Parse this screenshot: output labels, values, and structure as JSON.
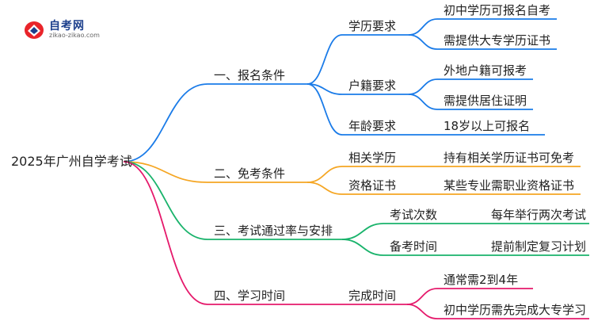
{
  "logo": {
    "name": "自考网",
    "url": "zikao-zikao.com"
  },
  "root": "2025年广州自学考试",
  "colors": {
    "blue": "#1a7be8",
    "orange": "#f5a623",
    "green": "#19b36b",
    "pink": "#e5196b"
  },
  "branches": [
    {
      "label": "一、报名条件",
      "color": "blue",
      "children": [
        {
          "label": "学历要求",
          "leaves": [
            "初中学历可报名自考",
            "需提供大专学历证书"
          ]
        },
        {
          "label": "户籍要求",
          "leaves": [
            "外地户籍可报考",
            "需提供居住证明"
          ]
        },
        {
          "label": "年龄要求",
          "leaves": [
            "18岁以上可报名"
          ]
        }
      ]
    },
    {
      "label": "二、免考条件",
      "color": "orange",
      "children": [
        {
          "label": "相关学历",
          "leaves": [
            "持有相关学历证书可免考"
          ]
        },
        {
          "label": "资格证书",
          "leaves": [
            "某些专业需职业资格证书"
          ]
        }
      ]
    },
    {
      "label": "三、考试通过率与安排",
      "color": "green",
      "children": [
        {
          "label": "考试次数",
          "leaves": [
            "每年举行两次考试"
          ]
        },
        {
          "label": "备考时间",
          "leaves": [
            "提前制定复习计划"
          ]
        }
      ]
    },
    {
      "label": "四、学习时间",
      "color": "pink",
      "children": [
        {
          "label": "完成时间",
          "leaves": [
            "通常需2到4年",
            "初中学历需先完成大专学习"
          ]
        }
      ]
    }
  ]
}
